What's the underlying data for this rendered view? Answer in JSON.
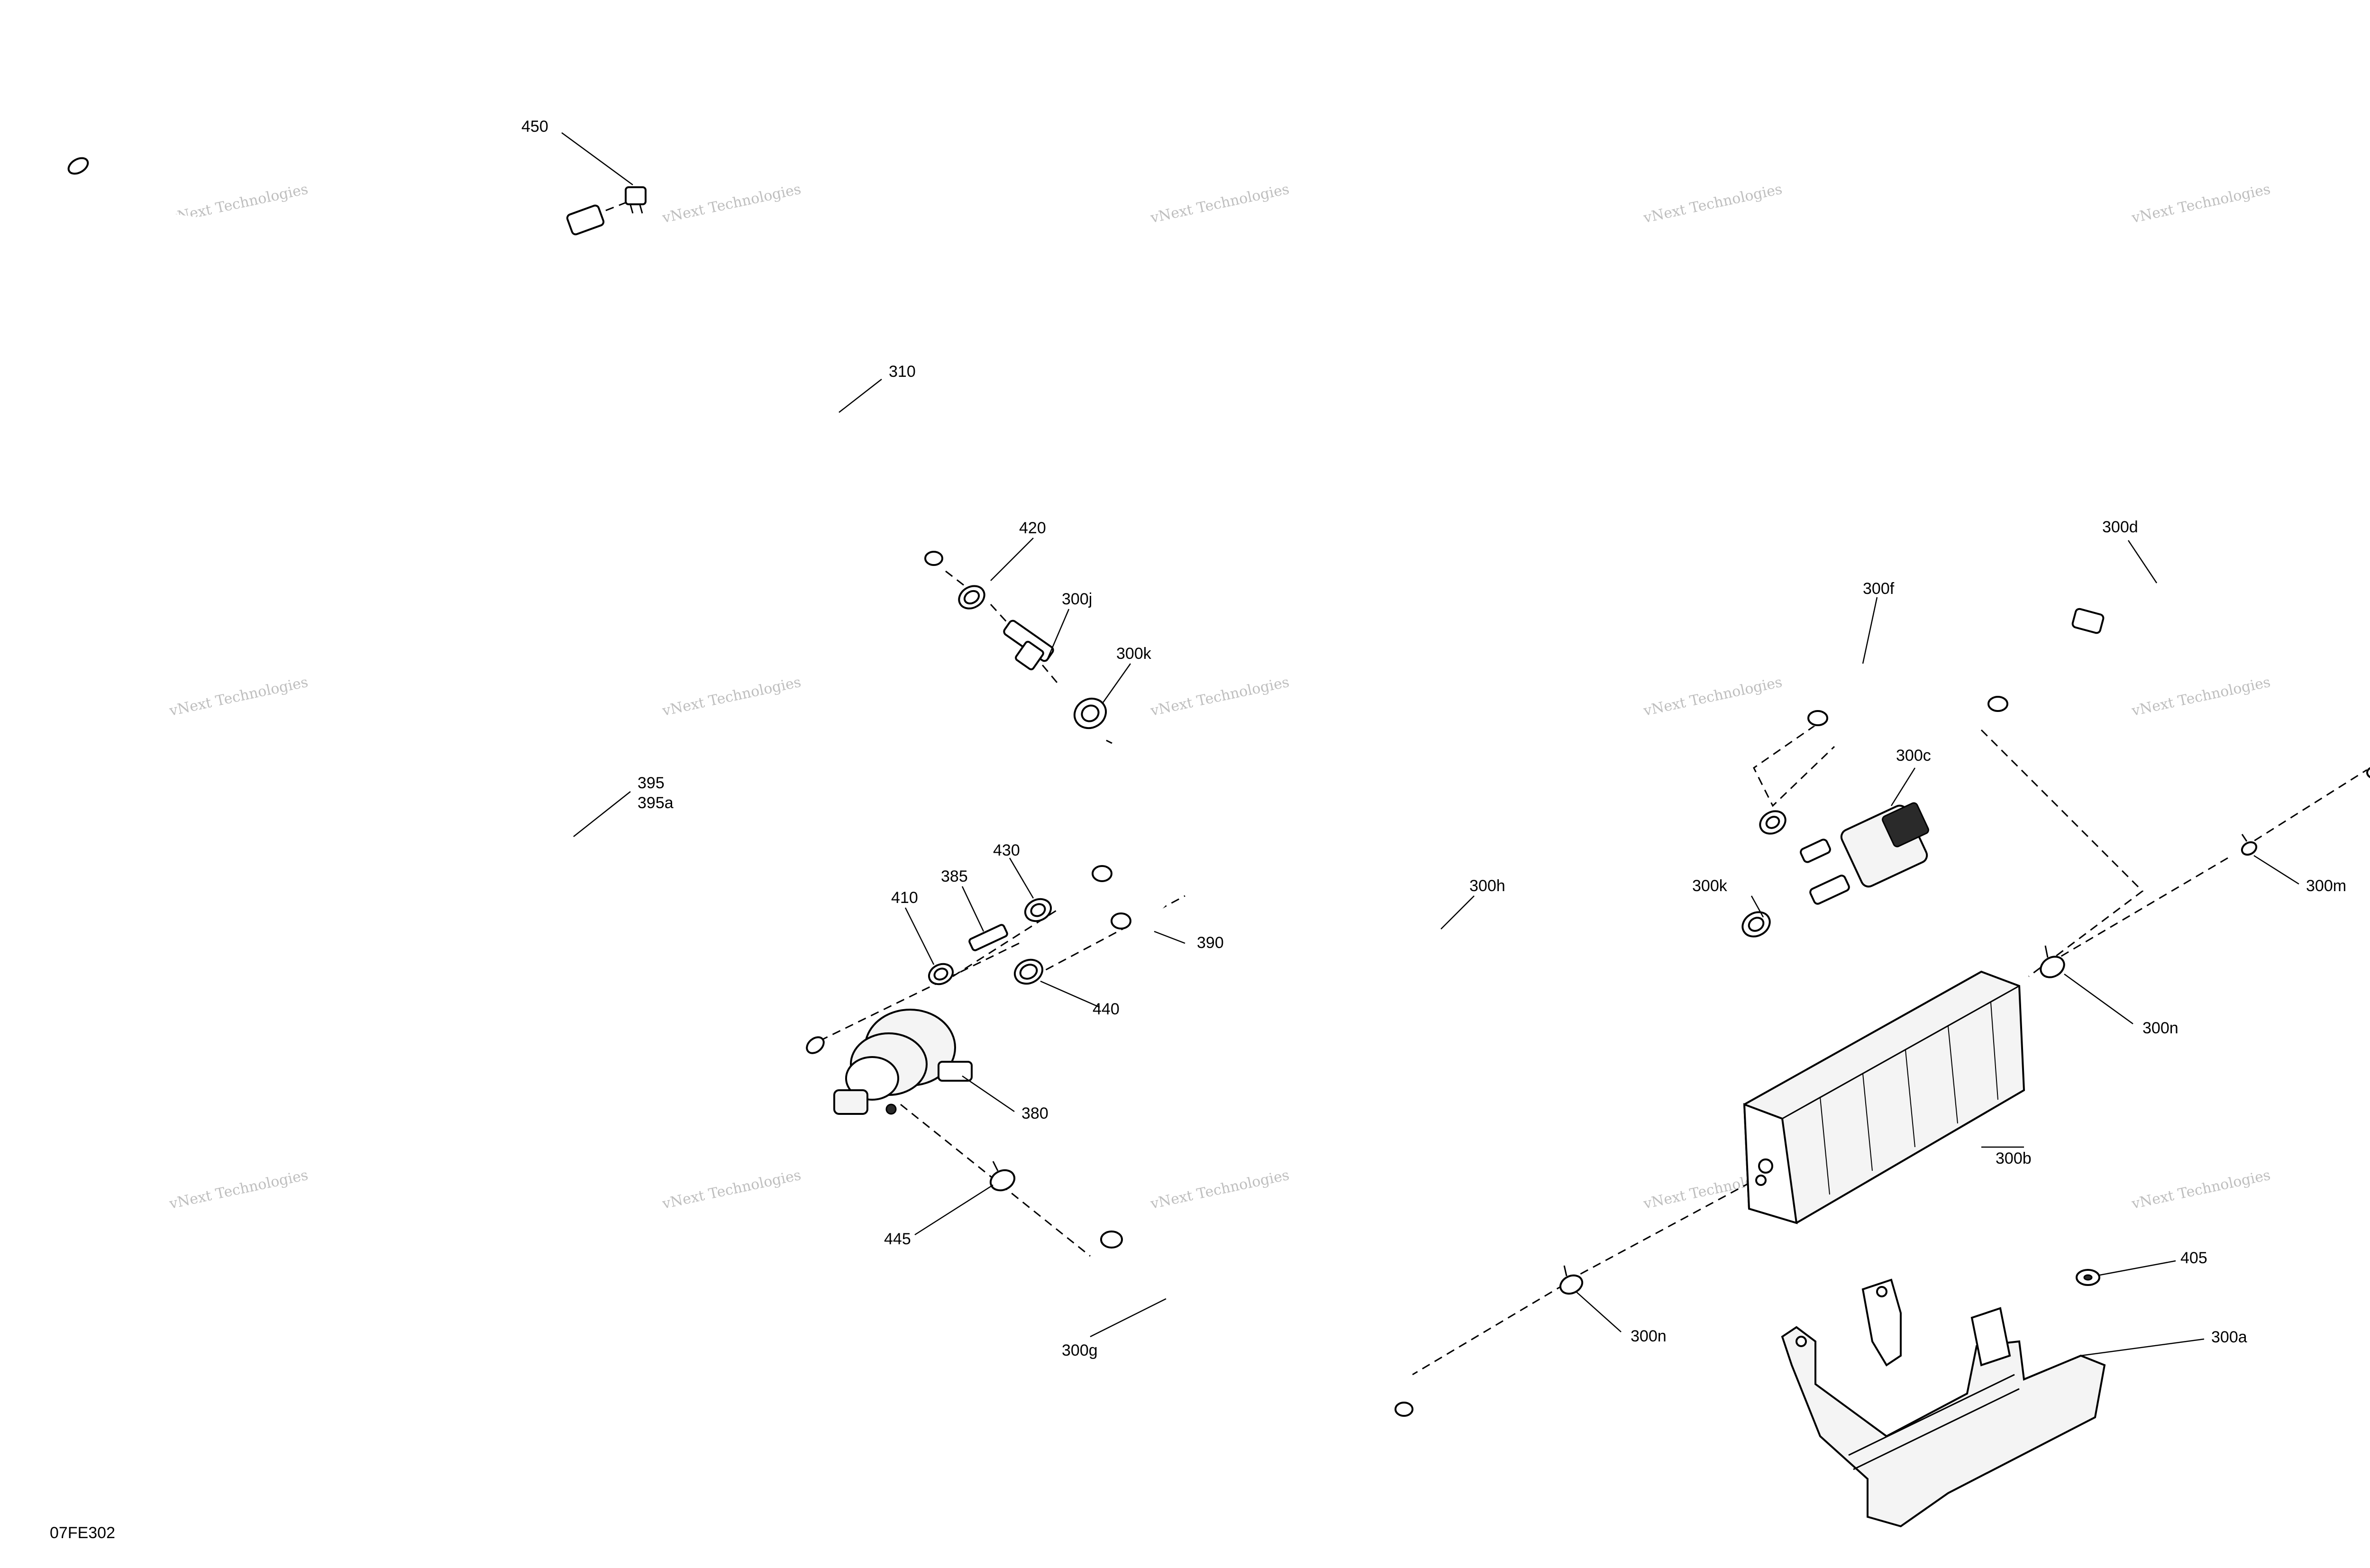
{
  "diagram_id": "07FE302",
  "watermark_text": "vNext Technologies",
  "callouts": {
    "p450": "450",
    "p310": "310",
    "p420": "420",
    "p300j": "300j",
    "p300k_top": "300k",
    "p395": "395",
    "p395a": "395a",
    "p430": "430",
    "p385": "385",
    "p410": "410",
    "p390": "390",
    "p440": "440",
    "p380": "380",
    "p445": "445",
    "p300g": "300g",
    "p300h": "300h",
    "p300f": "300f",
    "p300d": "300d",
    "p300c": "300c",
    "p300k_mid": "300k",
    "p300m": "300m",
    "p300n_right": "300n",
    "p300b": "300b",
    "p300n_bottom": "300n",
    "p405": "405",
    "p300a": "300a"
  }
}
